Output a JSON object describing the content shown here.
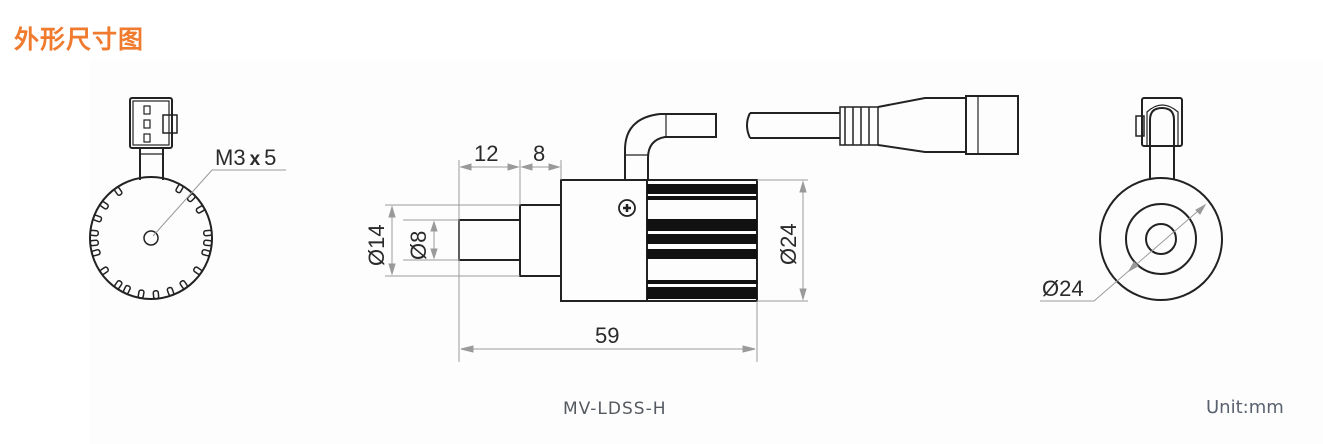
{
  "title": "外形尺寸图",
  "model": "MV-LDSS-H",
  "unit_label": "Unit:mm",
  "colors": {
    "title": "#f07a2e",
    "line": "#222222",
    "dimension_line": "#9a9a9a"
  },
  "views": {
    "rear_view": {
      "callout": "M3 x 5",
      "callout_prefix": "M3",
      "callout_x": "x",
      "callout_suffix": "5"
    },
    "side_view": {
      "dimensions": {
        "tip_length": "12",
        "collar_length": "8",
        "collar_diameter": "Ø14",
        "tip_diameter": "Ø8",
        "body_diameter": "Ø24",
        "overall_length": "59"
      }
    },
    "front_view": {
      "diameter": "Ø24"
    }
  }
}
